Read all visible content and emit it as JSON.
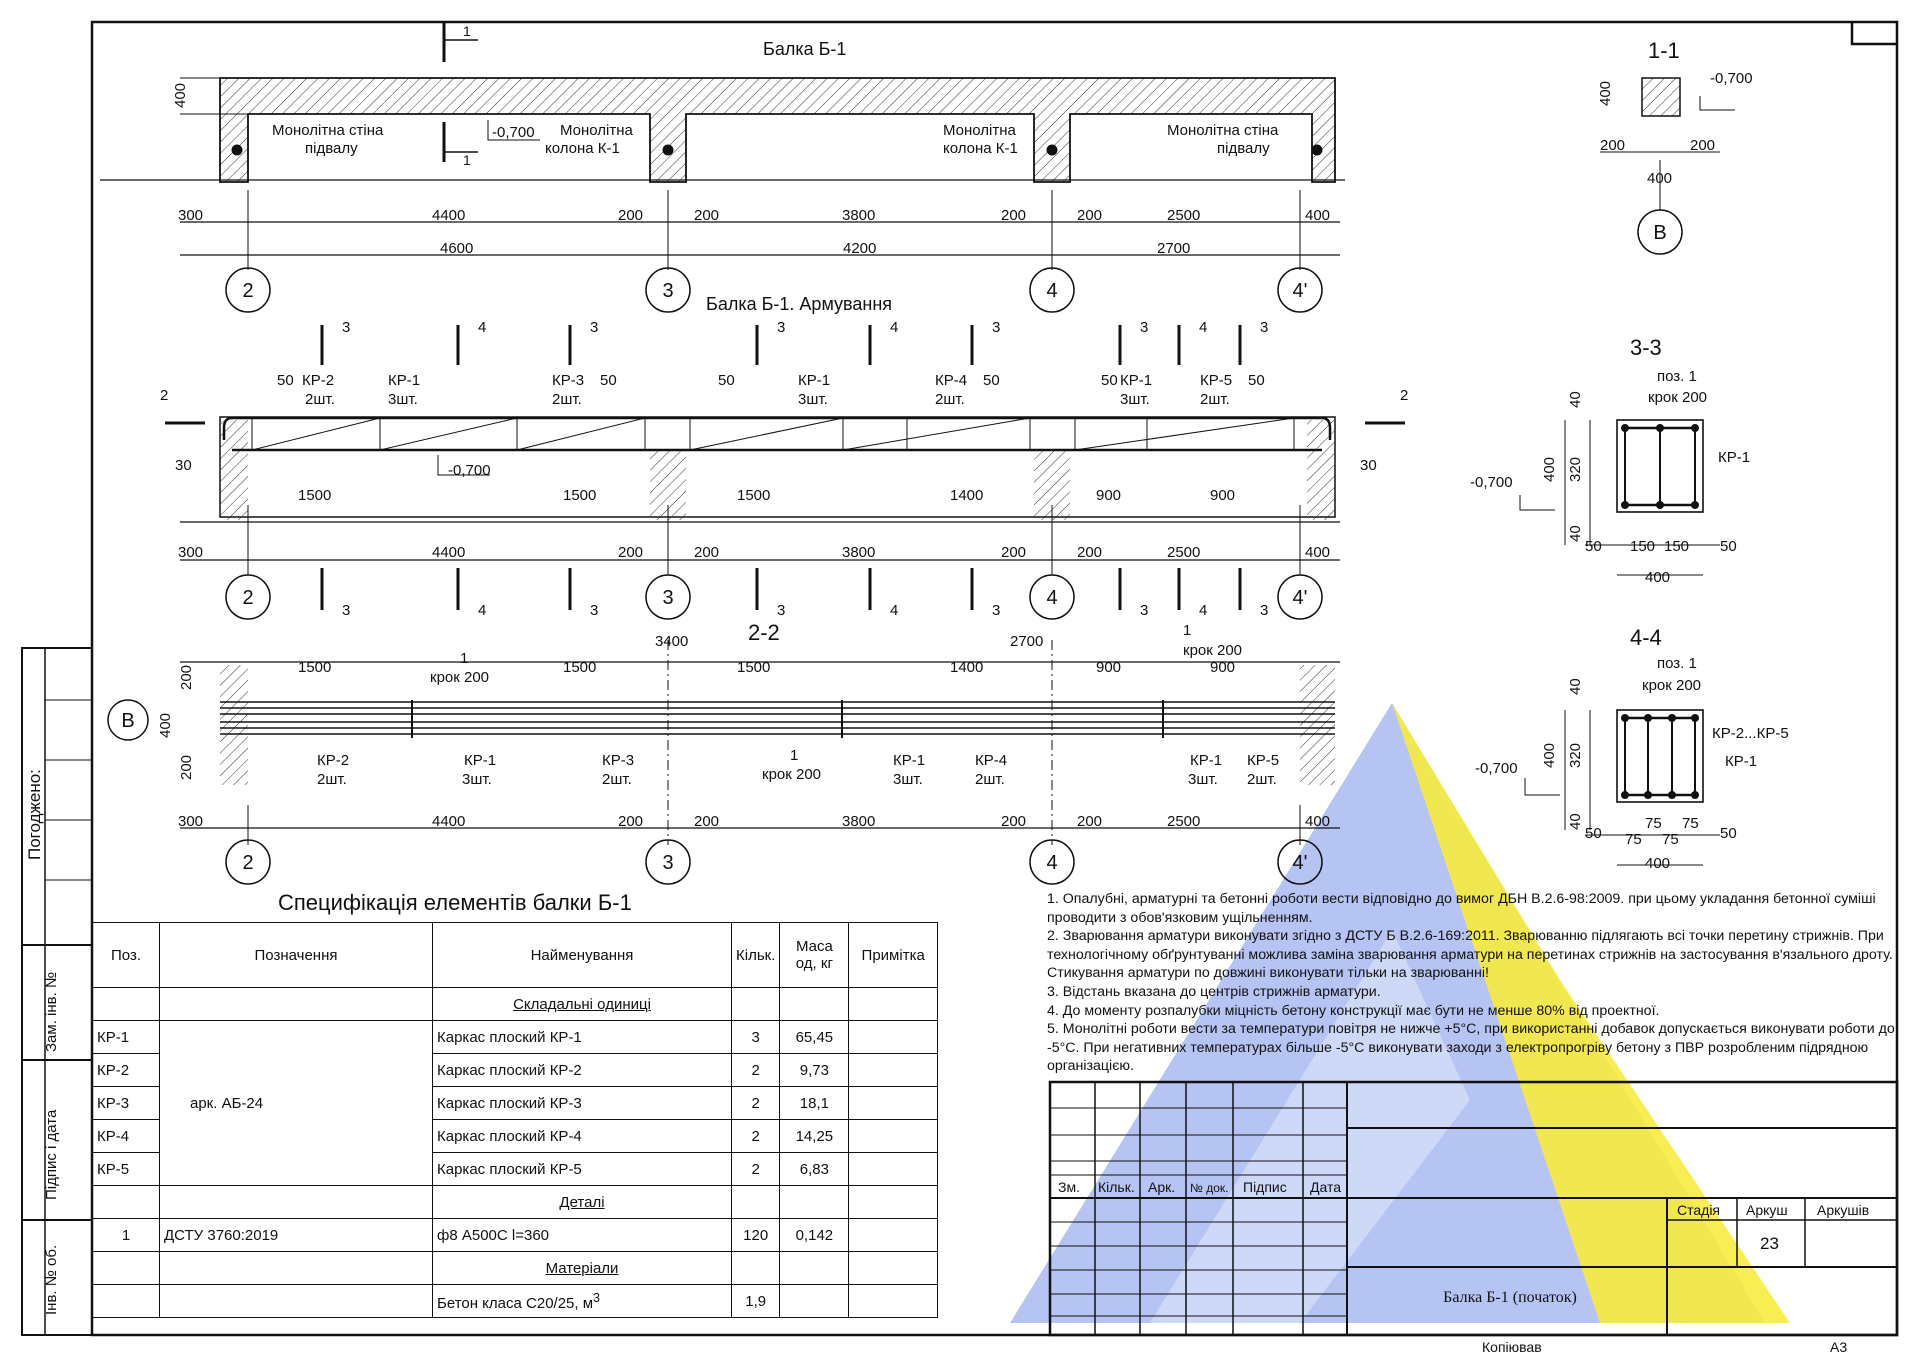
{
  "drawing": {
    "views": {
      "beam_title": "Балка Б-1",
      "reinf_title": "Балка Б-1. Армування",
      "plan_title": "2-2",
      "sec11_title": "1-1",
      "sec33_title": "3-3",
      "sec44_title": "4-4",
      "spec_title": "Специфікація елементів балки Б-1"
    },
    "axes": [
      "2",
      "3",
      "4",
      "4'",
      "В"
    ],
    "beam": {
      "label_wall": "Монолітна стіна підвалу",
      "label_wall_l1": "Монолітна стіна",
      "label_wall_l2": "підвалу",
      "label_col_l1": "Монолітна",
      "label_col_l2": "колона К-1",
      "elev": "-0,700",
      "dim_400": "400",
      "sec_mark": "1",
      "dims_row1": [
        "300",
        "4400",
        "200",
        "200",
        "3800",
        "200",
        "200",
        "2500",
        "400"
      ],
      "dims_row2": [
        "4600",
        "4200",
        "2700"
      ]
    },
    "reinf": {
      "kr2": "КР-2",
      "kr1": "КР-1",
      "kr3": "КР-3",
      "kr4": "КР-4",
      "kr5": "КР-5",
      "q2": "2шт.",
      "q3": "3шт.",
      "d50": "50",
      "d30": "30",
      "d1500": "1500",
      "d1400": "1400",
      "d900": "900",
      "sec2": "2",
      "sec3": "3",
      "sec4": "4"
    },
    "plan": {
      "d3400": "3400",
      "d2700": "2700",
      "d200": "200",
      "d400": "400",
      "pos1": "1",
      "step": "крок 200"
    },
    "sections": {
      "d400": "400",
      "d200": "200",
      "d320": "320",
      "d40": "40",
      "d50": "50",
      "d150": "150",
      "d75": "75",
      "poz1": "поз. 1",
      "step": "крок 200",
      "kr1": "КР-1",
      "kr25": "КР-2...КР-5",
      "elev": "-0,700"
    },
    "side": {
      "pogodzheno": "Погоджено:",
      "zam": "Зам. інв. №",
      "pidpys": "Підпис і дата",
      "inv": "Інв. № об."
    }
  },
  "spec": {
    "headers": {
      "pos": "Поз.",
      "oboz": "Позначення",
      "name": "Найменування",
      "qty": "Кільк.",
      "mass_l1": "Маса",
      "mass_l2": "од, кг",
      "note": "Примітка"
    },
    "groups": {
      "asm": "Складальні одиниці",
      "det": "Деталі",
      "mat": "Матеріали"
    },
    "doc_ref": "арк. АБ-24",
    "rows": [
      {
        "pos": "КР-1",
        "name": "Каркас плоский КР-1",
        "qty": "3",
        "mass": "65,45"
      },
      {
        "pos": "КР-2",
        "name": "Каркас плоский КР-2",
        "qty": "2",
        "mass": "9,73"
      },
      {
        "pos": "КР-3",
        "name": "Каркас плоский КР-3",
        "qty": "2",
        "mass": "18,1"
      },
      {
        "pos": "КР-4",
        "name": "Каркас плоский КР-4",
        "qty": "2",
        "mass": "14,25"
      },
      {
        "pos": "КР-5",
        "name": "Каркас плоский КР-5",
        "qty": "2",
        "mass": "6,83"
      }
    ],
    "detail": {
      "pos": "1",
      "oboz": "ДСТУ 3760:2019",
      "name": "ф8 А500С l=360",
      "qty": "120",
      "mass": "0,142"
    },
    "material": {
      "name": "Бетон класа С20/25, м",
      "sup": "3",
      "qty": "1,9"
    }
  },
  "notes": [
    "1. Опалубні, арматурні та бетонні роботи вести відповідно до вимог ДБН В.2.6-98:2009. при цьому укладання бетонної суміші проводити з обов'язковим ущільненням.",
    "2. Зварювання арматури виконувати згідно з ДСТУ Б В.2.6-169:2011. Зварюванню підлягають всі точки перетину стрижнів. При технологічному обґрунтуванні можлива заміна зварювання арматури на перетинах стрижнів на застосування в'язального дроту. Стикування арматури по довжині виконувати тільки на зварюванні!",
    "3. Відстань вказана до центрів стрижнів арматури.",
    "4. До моменту розпалубки міцність бетону конструкції має бути не менше 80% від проектної.",
    "5. Монолітні роботи вести за температури повітря не нижче +5°С, при використанні добавок допускається виконувати роботи до -5°С. При негативних температурах більше -5°С виконувати заходи з електропрогріву бетону з ПВР розробленим підрядною організацією."
  ],
  "titleblock": {
    "cols": [
      "Зм.",
      "Кільк.",
      "Арк.",
      "№ док.",
      "Підпис",
      "Дата"
    ],
    "stage": "Стадія",
    "sheet": "Аркуш",
    "sheets": "Аркушів",
    "sheet_no": "23",
    "title": "Балка Б-1 (початок)",
    "copied": "Копіював",
    "format": "А3"
  },
  "colors": {
    "ink": "#111111",
    "watermark_blue": "#4a6fe0",
    "watermark_yellow": "#f5e400"
  }
}
